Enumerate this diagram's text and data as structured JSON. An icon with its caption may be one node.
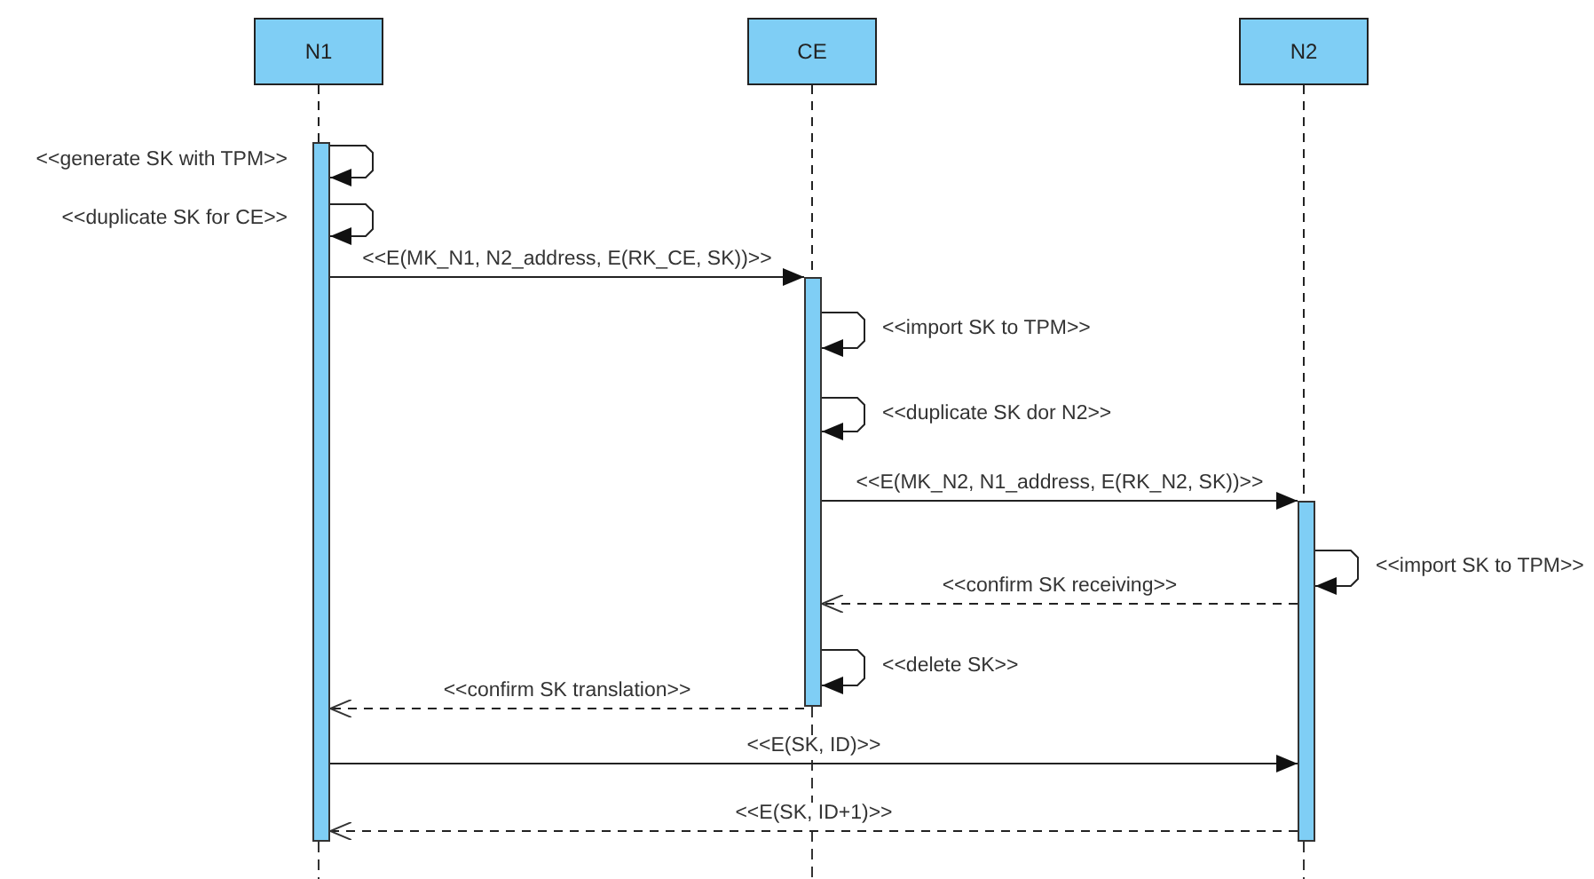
{
  "diagram": {
    "nodes": [
      {
        "text": [
          "N1"
        ]
      },
      {
        "text": [
          "CE"
        ]
      },
      {
        "text": [
          "N2"
        ]
      },
      {
        "text": [],
        "shape": "bar"
      },
      {
        "text": [],
        "shape": "bar"
      },
      {
        "text": [],
        "shape": "bar"
      }
    ],
    "edges": [
      {
        "from": 0,
        "to": 3,
        "arrow": "none",
        "style": "dashed"
      },
      {
        "from": 1,
        "to": 4,
        "arrow": "none",
        "style": "dashed"
      },
      {
        "from": 2,
        "to": 5,
        "arrow": "none",
        "style": "dashed"
      },
      {
        "from": 3,
        "to": 3,
        "arrow": "to",
        "label": "<<generate SK with TPM>>"
      },
      {
        "from": 3,
        "to": 3,
        "arrow": "to",
        "label": "<<duplicate SK for CE>>"
      },
      {
        "from": 3,
        "to": 4,
        "arrow": "to",
        "label": "<<E(MK_N1, N2_address, E(RK_CE, SK))>>"
      },
      {
        "from": 4,
        "to": 4,
        "arrow": "to",
        "label": "<<import SK to TPM>>"
      },
      {
        "from": 4,
        "to": 4,
        "arrow": "to",
        "label": "<<duplicate SK dor N2>>"
      },
      {
        "from": 4,
        "to": 5,
        "arrow": "to",
        "label": "<<E(MK_N2, N1_address, E(RK_N2, SK))>>"
      },
      {
        "from": 5,
        "to": 5,
        "arrow": "to",
        "label": "<<import SK to TPM>>"
      },
      {
        "from": 5,
        "to": 4,
        "arrow": "to",
        "label": "<<confirm SK receiving>>",
        "style": "dashed"
      },
      {
        "from": 4,
        "to": 4,
        "arrow": "to",
        "label": "<<delete SK>>"
      },
      {
        "from": 4,
        "to": 3,
        "arrow": "to",
        "label": "<<confirm SK translation>>",
        "style": "dashed"
      },
      {
        "from": 3,
        "to": 5,
        "arrow": "to",
        "label": "<<E(SK, ID)>>"
      },
      {
        "from": 5,
        "to": 3,
        "arrow": "to",
        "label": "<<E(SK, ID+1)>>",
        "style": "dashed"
      }
    ]
  }
}
